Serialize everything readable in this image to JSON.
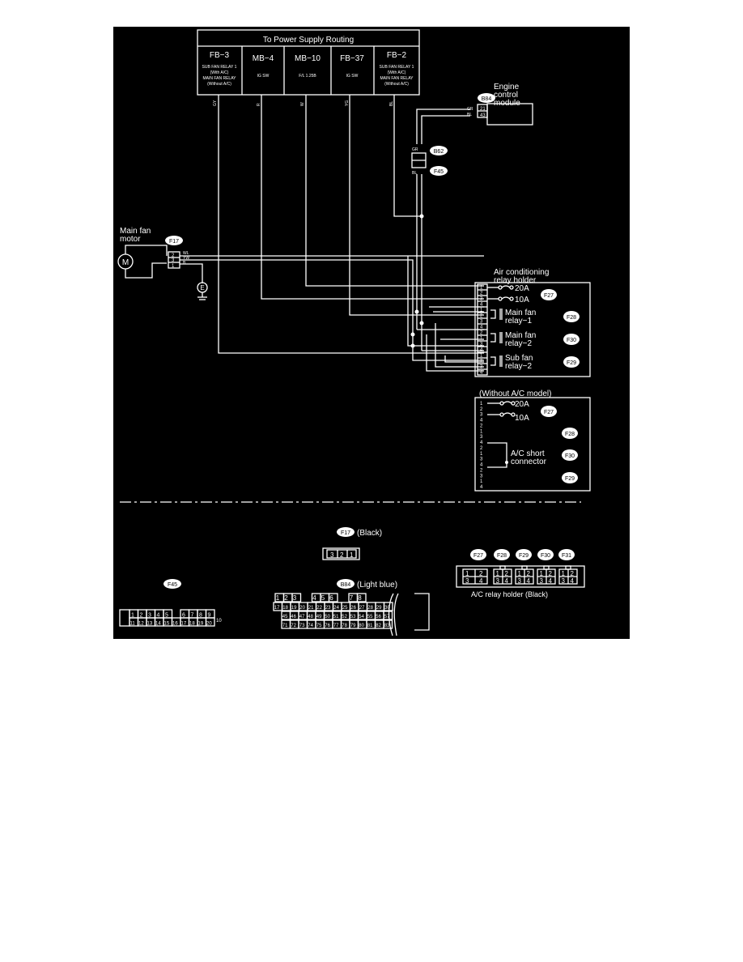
{
  "power_supply": {
    "title": "To Power Supply Routing",
    "columns": [
      {
        "code": "FB−3",
        "desc": [
          "SUB FAN RELAY 1",
          "(With A/C)",
          "MAIN FAN RELAY",
          "(Without A/C)"
        ],
        "wire": "GY"
      },
      {
        "code": "MB−4",
        "desc": [
          "IG SW"
        ],
        "wire": "R"
      },
      {
        "code": "MB−10",
        "desc": [
          "F/L 1.25B"
        ],
        "wire": "W"
      },
      {
        "code": "FB−37",
        "desc": [
          "IG SW"
        ],
        "wire": "YG"
      },
      {
        "code": "FB−2",
        "desc": [
          "SUB FAN RELAY 1",
          "(With A/C)",
          "MAIN FAN RELAY",
          "(Without A/C)"
        ],
        "wire": "BL"
      }
    ]
  },
  "ecm": {
    "label_lines": [
      "Engine",
      "control",
      "module"
    ],
    "connector": "B84",
    "pins": [
      "21",
      "43"
    ],
    "wires": [
      "GR",
      "BL"
    ]
  },
  "mid_connector": {
    "top": "B62",
    "bottom": "F45",
    "wires": [
      "GR",
      "BL"
    ]
  },
  "motor": {
    "label_lines": [
      "Main fan",
      "motor"
    ],
    "connector": "F17",
    "pins": [
      "2",
      "3",
      "1"
    ],
    "wires": [
      "WL",
      "YW",
      "B"
    ],
    "ground": "E"
  },
  "relay_holder": {
    "label_lines": [
      "Air conditioning",
      "relay holder"
    ],
    "pins": [
      "1",
      "2",
      "3",
      "4",
      "1",
      "2",
      "3",
      "4",
      "2",
      "1",
      "3",
      "4",
      "1",
      "2",
      "3",
      "4"
    ],
    "fuses": [
      {
        "rating": "20A",
        "conn": "F27"
      },
      {
        "rating": "10A",
        "conn": ""
      }
    ],
    "relays": [
      {
        "lines": [
          "Main fan",
          "relay−1"
        ],
        "conn": "F28"
      },
      {
        "lines": [
          "Main fan",
          "relay−2"
        ],
        "conn": "F30"
      },
      {
        "lines": [
          "Sub fan",
          "relay−2"
        ],
        "conn": "F29"
      }
    ]
  },
  "without_ac": {
    "title": "(Without A/C model)",
    "pins": [
      "1",
      "2",
      "3",
      "4",
      "2",
      "1",
      "3",
      "4",
      "2",
      "1",
      "3",
      "4",
      "2",
      "3",
      "1",
      "4"
    ],
    "fuses": [
      {
        "rating": "20A",
        "conn": "F27"
      },
      {
        "rating": "10A"
      }
    ],
    "conns": [
      "F28",
      "F30",
      "F29"
    ],
    "short_lines": [
      "A/C short",
      "connector"
    ]
  },
  "connector_views": {
    "f17": {
      "code": "F17",
      "label": "(Black)",
      "pins": [
        "3",
        "2",
        "1"
      ]
    },
    "f45": {
      "code": "F45",
      "top": [
        "1",
        "2",
        "3",
        "4",
        "5",
        "",
        "6",
        "7",
        "8",
        "9"
      ],
      "bottom": [
        "11",
        "12",
        "13",
        "14",
        "15",
        "16",
        "17",
        "18",
        "19",
        "20"
      ],
      "end": "10"
    },
    "b84": {
      "code": "B84",
      "label": "(Light blue)",
      "row1": [
        "1",
        "2",
        "3",
        "4",
        "5",
        "6",
        "7",
        "8"
      ],
      "row2": [
        "17",
        "18",
        "19",
        "20",
        "21",
        "22",
        "23",
        "24",
        "25",
        "26",
        "27",
        "28",
        "29",
        "30"
      ],
      "row3": [
        "45",
        "46",
        "47",
        "48",
        "49",
        "50",
        "51",
        "52",
        "53",
        "54",
        "55",
        "56",
        "57"
      ],
      "row4": [
        "71",
        "72",
        "73",
        "74",
        "75",
        "76",
        "77",
        "78",
        "79",
        "80",
        "81",
        "82",
        "83"
      ]
    },
    "relay": {
      "codes": [
        "F27",
        "F28",
        "F29",
        "F30",
        "F31"
      ],
      "label": "A/C relay holder (Black)",
      "first": [
        "1",
        "2",
        "3",
        "4"
      ],
      "others": [
        "1",
        "2",
        "3",
        "4"
      ]
    }
  }
}
